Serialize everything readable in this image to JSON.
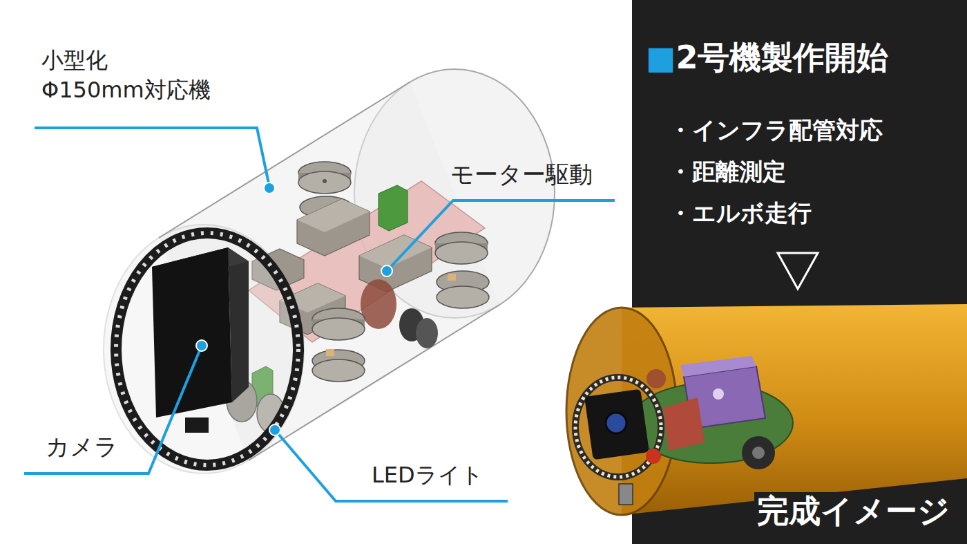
{
  "diagram": {
    "title": "■2号機製作開始",
    "labels": [
      "小型化 Φ150mm対応機",
      "モーター駆動",
      "カメラ",
      "LEDライト",
      "・インフラ配管対応",
      "・距離測定",
      "・エルボ走行",
      "完成イメージ"
    ]
  }
}
